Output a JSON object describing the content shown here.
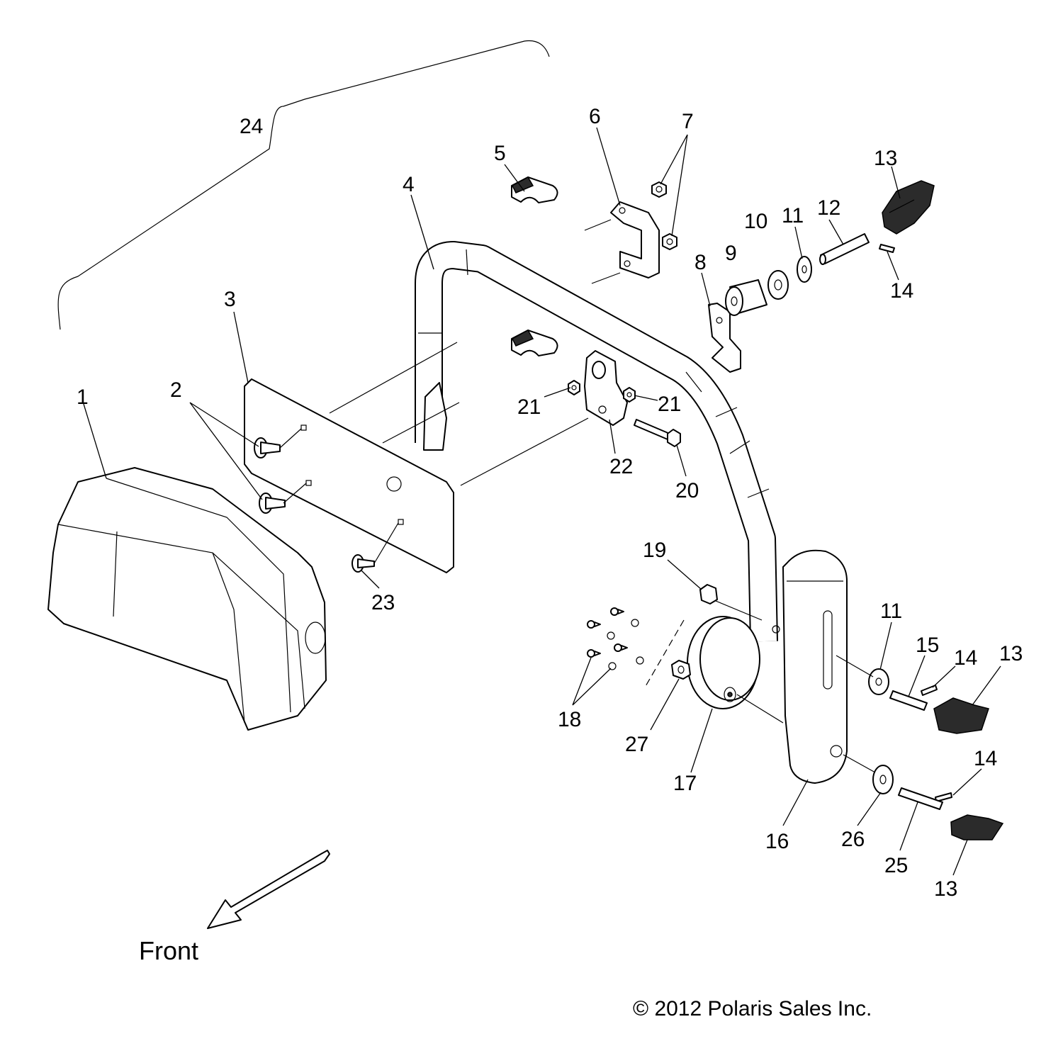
{
  "diagram": {
    "callouts": [
      {
        "id": "c24",
        "text": "24"
      },
      {
        "id": "c1",
        "text": "1"
      },
      {
        "id": "c2",
        "text": "2"
      },
      {
        "id": "c3",
        "text": "3"
      },
      {
        "id": "c4",
        "text": "4"
      },
      {
        "id": "c5",
        "text": "5"
      },
      {
        "id": "c6",
        "text": "6"
      },
      {
        "id": "c7",
        "text": "7"
      },
      {
        "id": "c8",
        "text": "8"
      },
      {
        "id": "c9",
        "text": "9"
      },
      {
        "id": "c10",
        "text": "10"
      },
      {
        "id": "c11a",
        "text": "11"
      },
      {
        "id": "c12",
        "text": "12"
      },
      {
        "id": "c13a",
        "text": "13"
      },
      {
        "id": "c14a",
        "text": "14"
      },
      {
        "id": "c21a",
        "text": "21"
      },
      {
        "id": "c21b",
        "text": "21"
      },
      {
        "id": "c22",
        "text": "22"
      },
      {
        "id": "c20",
        "text": "20"
      },
      {
        "id": "c23",
        "text": "23"
      },
      {
        "id": "c19",
        "text": "19"
      },
      {
        "id": "c11b",
        "text": "11"
      },
      {
        "id": "c15",
        "text": "15"
      },
      {
        "id": "c14b",
        "text": "14"
      },
      {
        "id": "c13b",
        "text": "13"
      },
      {
        "id": "c18",
        "text": "18"
      },
      {
        "id": "c27",
        "text": "27"
      },
      {
        "id": "c17",
        "text": "17"
      },
      {
        "id": "c14c",
        "text": "14"
      },
      {
        "id": "c16",
        "text": "16"
      },
      {
        "id": "c26",
        "text": "26"
      },
      {
        "id": "c25",
        "text": "25"
      },
      {
        "id": "c13c",
        "text": "13"
      }
    ],
    "front_label": "Front",
    "copyright": "© 2012 Polaris Sales Inc."
  }
}
